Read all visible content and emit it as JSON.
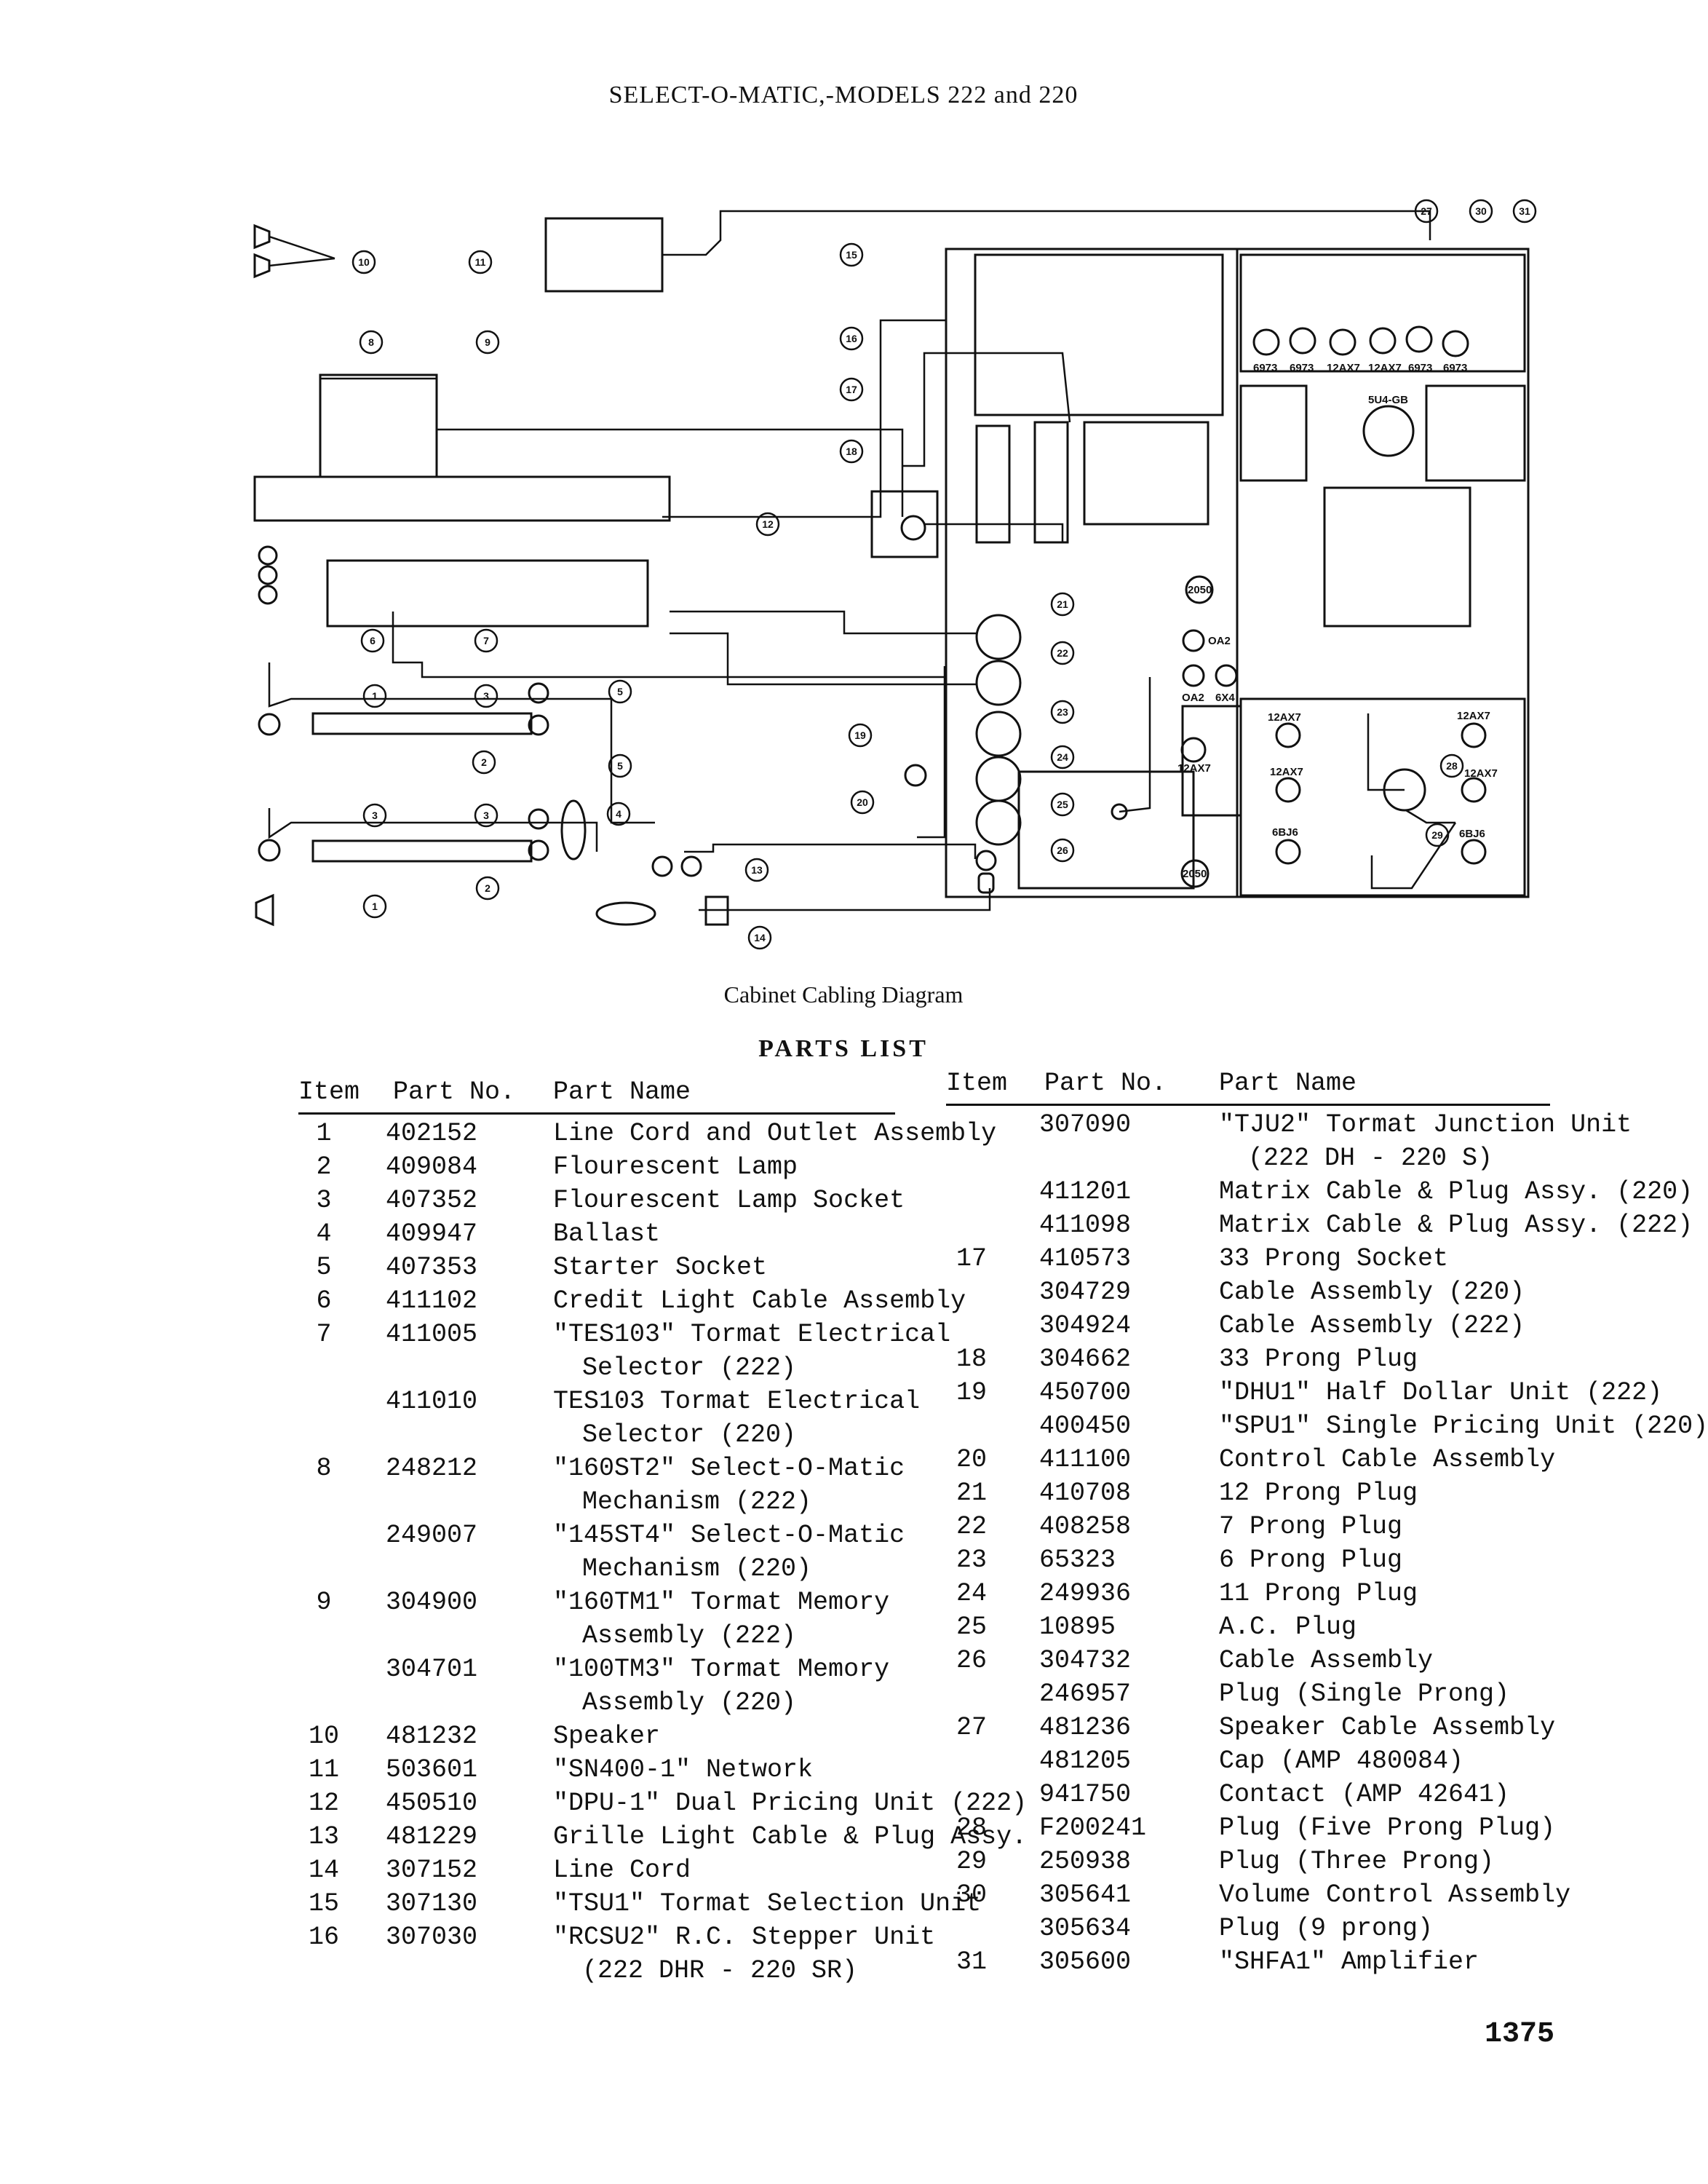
{
  "header": {
    "title": "SELECT-O-MATIC,-MODELS 222 and 220"
  },
  "diagram": {
    "caption": "Cabinet Cabling Diagram",
    "callouts": [
      "10",
      "11",
      "15",
      "27",
      "30",
      "31",
      "8",
      "9",
      "16",
      "17",
      "18",
      "12",
      "7",
      "6",
      "21",
      "22",
      "1",
      "3",
      "5",
      "23",
      "2",
      "19",
      "24",
      "5",
      "3",
      "3",
      "4",
      "20",
      "25",
      "26",
      "29",
      "1",
      "2",
      "13",
      "14",
      "28"
    ],
    "tube_labels": [
      "6973",
      "6973",
      "12AX7",
      "12AX7",
      "6973",
      "6973",
      "5U4-GB",
      "2050",
      "OA2",
      "OA2",
      "6X4",
      "12AX7",
      "12AX7",
      "12AX7",
      "12AX7",
      "12AX7",
      "6BJ6",
      "6BJ6",
      "2050"
    ]
  },
  "parts_list": {
    "title": "PARTS LIST",
    "headers": {
      "item": "Item",
      "part_no": "Part No.",
      "part_name": "Part Name"
    },
    "left_rows": [
      {
        "item": "1",
        "part": "402152",
        "name": "Line Cord and Outlet Assembly"
      },
      {
        "item": "2",
        "part": "409084",
        "name": "Flourescent Lamp"
      },
      {
        "item": "3",
        "part": "407352",
        "name": "Flourescent Lamp Socket"
      },
      {
        "item": "4",
        "part": "409947",
        "name": "Ballast"
      },
      {
        "item": "5",
        "part": "407353",
        "name": "Starter Socket"
      },
      {
        "item": "6",
        "part": "411102",
        "name": "Credit Light Cable Assembly"
      },
      {
        "item": "7",
        "part": "411005",
        "name": "\"TES103\" Tormat Electrical"
      },
      {
        "item": "",
        "part": "",
        "name": "  Selector (222)"
      },
      {
        "item": "",
        "part": "411010",
        "name": "TES103 Tormat Electrical"
      },
      {
        "item": "",
        "part": "",
        "name": "  Selector (220)"
      },
      {
        "item": "8",
        "part": "248212",
        "name": "\"160ST2\" Select-O-Matic"
      },
      {
        "item": "",
        "part": "",
        "name": "  Mechanism (222)"
      },
      {
        "item": "",
        "part": "249007",
        "name": "\"145ST4\" Select-O-Matic"
      },
      {
        "item": "",
        "part": "",
        "name": "  Mechanism (220)"
      },
      {
        "item": "9",
        "part": "304900",
        "name": "\"160TM1\" Tormat Memory"
      },
      {
        "item": "",
        "part": "",
        "name": "  Assembly (222)"
      },
      {
        "item": "",
        "part": "304701",
        "name": "\"100TM3\" Tormat Memory"
      },
      {
        "item": "",
        "part": "",
        "name": "  Assembly (220)"
      },
      {
        "item": "10",
        "part": "481232",
        "name": "Speaker"
      },
      {
        "item": "11",
        "part": "503601",
        "name": "\"SN400-1\" Network"
      },
      {
        "item": "12",
        "part": "450510",
        "name": "\"DPU-1\" Dual Pricing Unit (222)"
      },
      {
        "item": "13",
        "part": "481229",
        "name": "Grille Light Cable & Plug Assy."
      },
      {
        "item": "14",
        "part": "307152",
        "name": "Line Cord"
      },
      {
        "item": "15",
        "part": "307130",
        "name": "\"TSU1\" Tormat Selection Unit"
      },
      {
        "item": "16",
        "part": "307030",
        "name": "\"RCSU2\" R.C. Stepper Unit"
      },
      {
        "item": "",
        "part": "",
        "name": "  (222 DHR - 220 SR)"
      }
    ],
    "right_rows": [
      {
        "item": "",
        "part": "307090",
        "name": "\"TJU2\" Tormat Junction Unit"
      },
      {
        "item": "",
        "part": "",
        "name": "  (222 DH - 220 S)"
      },
      {
        "item": "",
        "part": "411201",
        "name": "Matrix Cable & Plug Assy. (220)"
      },
      {
        "item": "",
        "part": "411098",
        "name": "Matrix Cable & Plug Assy. (222)"
      },
      {
        "item": "17",
        "part": "410573",
        "name": "33 Prong Socket"
      },
      {
        "item": "",
        "part": "304729",
        "name": "Cable Assembly (220)"
      },
      {
        "item": "",
        "part": "304924",
        "name": "Cable Assembly (222)"
      },
      {
        "item": "18",
        "part": "304662",
        "name": "33 Prong Plug"
      },
      {
        "item": "19",
        "part": "450700",
        "name": "\"DHU1\" Half Dollar Unit (222)"
      },
      {
        "item": "",
        "part": "400450",
        "name": "\"SPU1\" Single Pricing Unit (220)"
      },
      {
        "item": "20",
        "part": "411100",
        "name": "Control Cable Assembly"
      },
      {
        "item": "21",
        "part": "410708",
        "name": "12 Prong Plug"
      },
      {
        "item": "22",
        "part": "408258",
        "name": "7 Prong Plug"
      },
      {
        "item": "23",
        "part": "65323",
        "name": "6 Prong Plug"
      },
      {
        "item": "24",
        "part": "249936",
        "name": "11 Prong Plug"
      },
      {
        "item": "25",
        "part": "10895",
        "name": "A.C. Plug"
      },
      {
        "item": "26",
        "part": "304732",
        "name": "Cable Assembly"
      },
      {
        "item": "",
        "part": "246957",
        "name": "Plug (Single Prong)"
      },
      {
        "item": "27",
        "part": "481236",
        "name": "Speaker Cable Assembly"
      },
      {
        "item": "",
        "part": "481205",
        "name": "Cap (AMP 480084)"
      },
      {
        "item": "",
        "part": "941750",
        "name": "Contact (AMP 42641)"
      },
      {
        "item": "28",
        "part": "F200241",
        "name": "Plug (Five Prong Plug)"
      },
      {
        "item": "29",
        "part": "250938",
        "name": "Plug (Three Prong)"
      },
      {
        "item": "30",
        "part": "305641",
        "name": "Volume Control Assembly"
      },
      {
        "item": "",
        "part": "305634",
        "name": "Plug (9 prong)"
      },
      {
        "item": "31",
        "part": "305600",
        "name": "\"SHFA1\" Amplifier"
      }
    ]
  },
  "footer": {
    "page_number": "1375"
  }
}
